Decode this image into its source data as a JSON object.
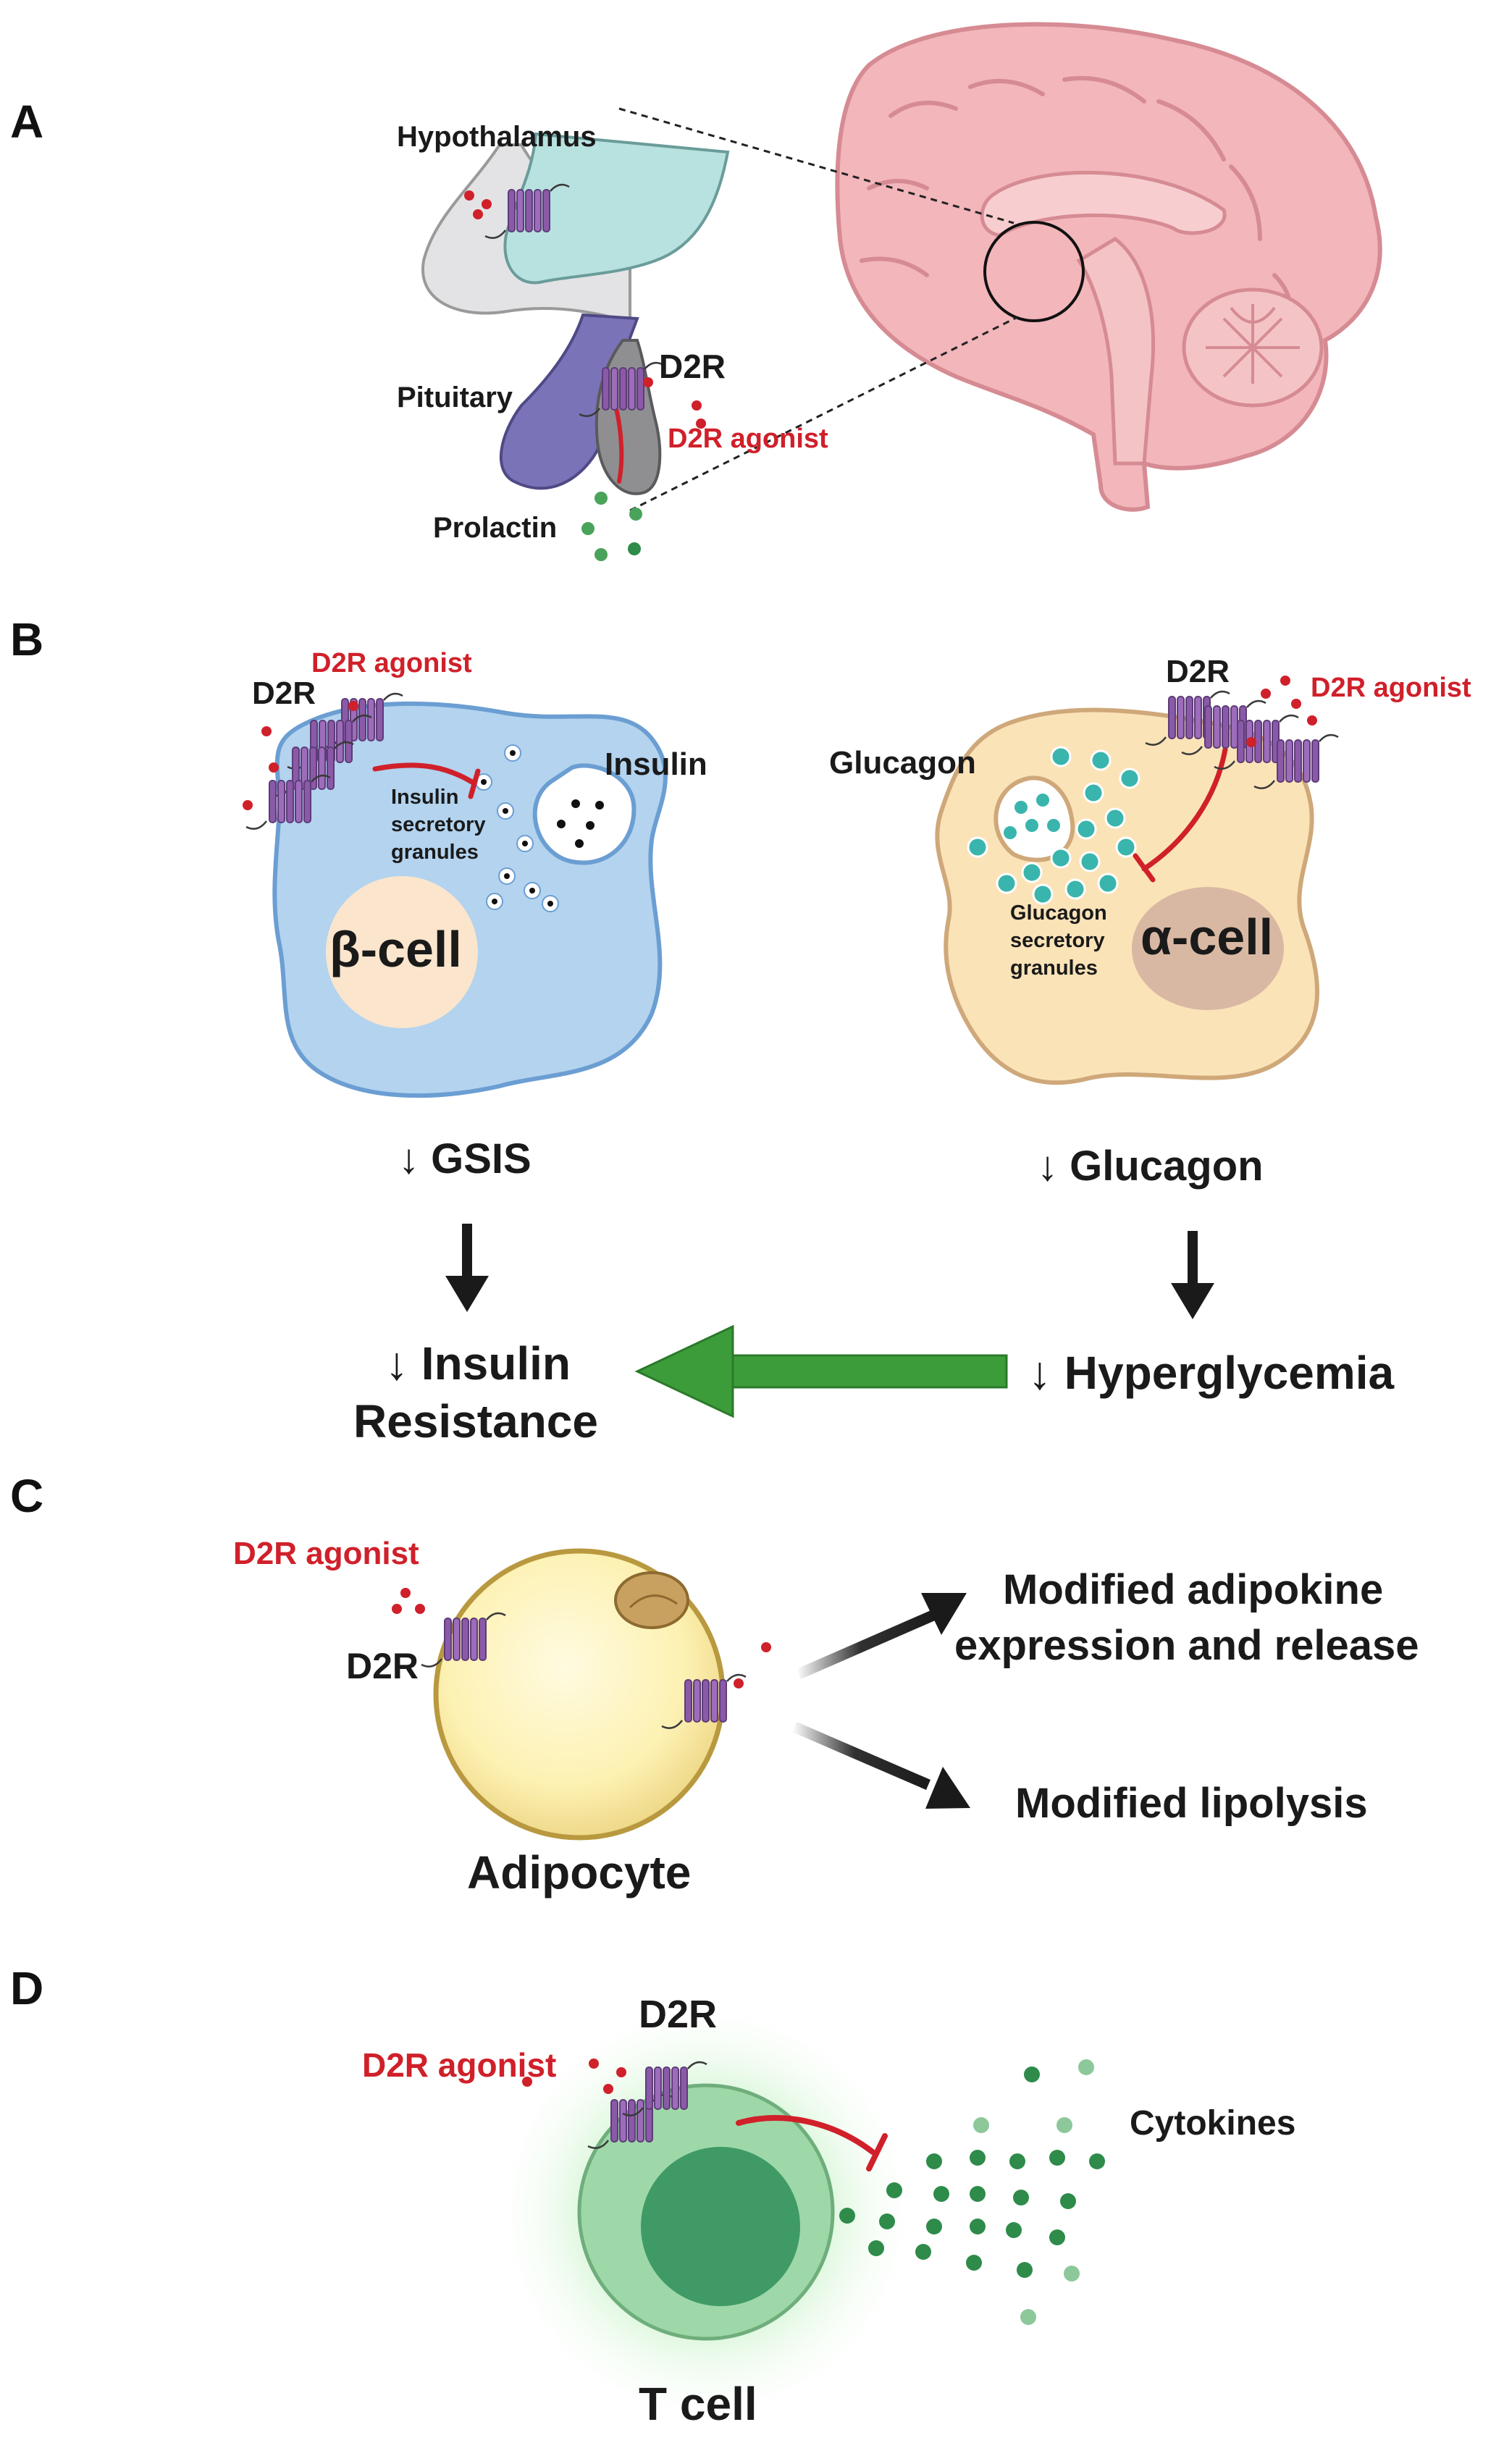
{
  "panels": {
    "a": {
      "letter": "A",
      "hypothalamus": "Hypothalamus",
      "pituitary": "Pituitary",
      "d2r": "D2R",
      "agonist": "D2R agonist",
      "prolactin": "Prolactin"
    },
    "b": {
      "letter": "B",
      "beta_agonist": "D2R agonist",
      "beta_d2r": "D2R",
      "insulin": "Insulin",
      "insulin_granules": [
        "Insulin",
        "secretory",
        "granules"
      ],
      "beta_cell": "β-cell",
      "alpha_d2r": "D2R",
      "alpha_agonist": "D2R agonist",
      "glucagon": "Glucagon",
      "glucagon_granules": [
        "Glucagon",
        "secretory",
        "granules"
      ],
      "alpha_cell": "α-cell",
      "gsis": "↓ GSIS",
      "glucagon_down": "↓ Glucagon",
      "insulin_resistance": [
        "↓ Insulin",
        "Resistance"
      ],
      "hyperglycemia": "↓ Hyperglycemia"
    },
    "c": {
      "letter": "C",
      "agonist": "D2R agonist",
      "d2r": "D2R",
      "adipocyte": "Adipocyte",
      "adipokine": [
        "Modified adipokine",
        "expression and release"
      ],
      "lipolysis": "Modified lipolysis"
    },
    "d": {
      "letter": "D",
      "agonist": "D2R agonist",
      "d2r": "D2R",
      "cytokines": "Cytokines",
      "t_cell": "T cell"
    }
  },
  "colors": {
    "agonist_red": "#d0202a",
    "receptor_purple": "#8a5aa8",
    "beta_cell_blue": "#b3d3ef",
    "alpha_cell_peach": "#fbe3b8",
    "cytokine_green": "#2e8b4a",
    "glucagon_teal": "#39b5ad",
    "arrow_green": "#3d9c3a"
  }
}
